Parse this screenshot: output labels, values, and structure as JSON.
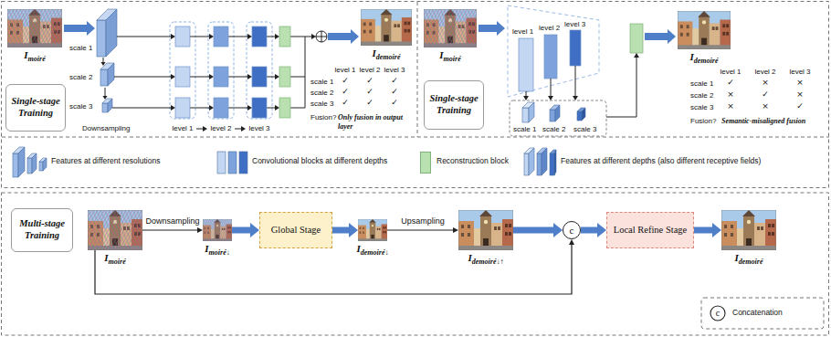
{
  "diagram": {
    "nodes": [
      {
        "text": [
          "Single-stage Training"
        ]
      },
      {
        "text": [
          "Imoiré"
        ]
      },
      {
        "text": [
          "Idemoiré"
        ]
      },
      {
        "text": [
          "Single-stage Training"
        ]
      },
      {
        "text": [
          "Imoiré"
        ]
      },
      {
        "text": [
          "Idemoiré"
        ]
      },
      {
        "text": [
          "Multi-stage Training"
        ]
      },
      {
        "text": [
          "Imoiré"
        ]
      },
      {
        "text": [
          "Imoiré↓"
        ]
      },
      {
        "text": [
          "Global Stage"
        ]
      },
      {
        "text": [
          "Idemoiré↓"
        ]
      },
      {
        "text": [
          "Idemoiré↓↑"
        ]
      },
      {
        "text": [
          "c"
        ]
      },
      {
        "text": [
          "Local Refine Stage"
        ]
      },
      {
        "text": [
          "Idemoiré"
        ]
      }
    ],
    "edges": [
      {
        "from": 7,
        "to": 8,
        "label": "Downsampling",
        "arrow": "to"
      },
      {
        "from": 8,
        "to": 9,
        "arrow": "to"
      },
      {
        "from": 9,
        "to": 10,
        "arrow": "to"
      },
      {
        "from": 10,
        "to": 11,
        "label": "Upsampling",
        "arrow": "to"
      },
      {
        "from": 11,
        "to": 12,
        "arrow": "to"
      },
      {
        "from": 7,
        "to": 12,
        "arrow": "to"
      },
      {
        "from": 12,
        "to": 13,
        "arrow": "to"
      },
      {
        "from": 13,
        "to": 14,
        "arrow": "to"
      }
    ],
    "labels": [
      "scale 1",
      "scale 2",
      "scale 3",
      "Downsampling",
      "level 1",
      "level 2",
      "level 3",
      "level 1",
      "level 2",
      "level 3",
      "scale 1",
      "✓",
      "✓",
      "✓",
      "scale 2",
      "✓",
      "✓",
      "✓",
      "scale 3",
      "✓",
      "✓",
      "✓",
      "Fusion?",
      "Only fusion in output layer",
      "level 1",
      "level 2",
      "level 3",
      "scale 1",
      "scale 2",
      "scale 3",
      "level 1",
      "level 2",
      "level 3",
      "scale 1",
      "✓",
      "×",
      "×",
      "scale 2",
      "×",
      "✓",
      "×",
      "scale 3",
      "×",
      "×",
      "✓",
      "Fusion?",
      "Semantic-misaligned fusion",
      "c"
    ],
    "legend": [
      {
        "text": "Features at different resolutions"
      },
      {
        "text": "Convolutional blocks at different depths"
      },
      {
        "text": "Reconstruction block",
        "color": "#b8e0b0"
      },
      {
        "text": "Features at different depths (also different receptive fields)"
      },
      {
        "text": "Concatenation"
      }
    ]
  }
}
